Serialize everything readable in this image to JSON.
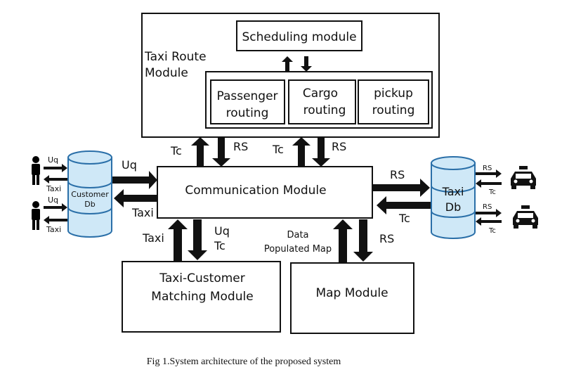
{
  "taxi_route": {
    "title_line1": "Taxi Route",
    "title_line2": "Module",
    "scheduling": "Scheduling module",
    "passenger_line1": "Passenger",
    "passenger_line2": "routing",
    "cargo_line1": "Cargo",
    "cargo_line2": "routing",
    "pickup_line1": "pickup",
    "pickup_line2": "routing"
  },
  "communication": {
    "label": "Communication Module"
  },
  "matching": {
    "line1": "Taxi-Customer",
    "line2": "Matching Module"
  },
  "map": {
    "label": "Map Module"
  },
  "customer_db": {
    "line1": "Customer",
    "line2": "Db"
  },
  "taxi_db": {
    "line1": "Taxi",
    "line2": "Db"
  },
  "flows": {
    "tc": "Tc",
    "rs": "RS",
    "uq": "Uq",
    "taxi": "Taxi",
    "data_line1": "Data",
    "data_line2": "Populated Map"
  },
  "icons": {
    "person": "person-icon",
    "car": "taxi-car-icon"
  },
  "caption": "Fig 1.System architecture of the proposed system"
}
